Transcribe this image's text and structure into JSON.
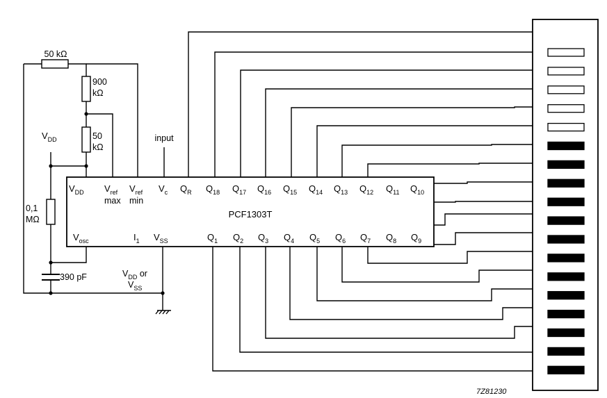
{
  "ic": {
    "name": "PCF1303T",
    "top_pins": [
      {
        "base": "V",
        "sub": "DD"
      },
      {
        "base": "V",
        "sub": "ref",
        "line2": "max"
      },
      {
        "base": "V",
        "sub": "ref",
        "line2": "min"
      },
      {
        "base": "V",
        "sub": "c"
      },
      {
        "base": "Q",
        "sub": "R"
      },
      {
        "base": "Q",
        "sub": "18"
      },
      {
        "base": "Q",
        "sub": "17"
      },
      {
        "base": "Q",
        "sub": "16"
      },
      {
        "base": "Q",
        "sub": "15"
      },
      {
        "base": "Q",
        "sub": "14"
      },
      {
        "base": "Q",
        "sub": "13"
      },
      {
        "base": "Q",
        "sub": "12"
      },
      {
        "base": "Q",
        "sub": "11"
      },
      {
        "base": "Q",
        "sub": "10"
      }
    ],
    "bottom_pins": [
      {
        "base": "V",
        "sub": "osc"
      },
      {
        "base": "I",
        "sub": "1"
      },
      {
        "base": "V",
        "sub": "SS"
      },
      {
        "base": "Q",
        "sub": "1"
      },
      {
        "base": "Q",
        "sub": "2"
      },
      {
        "base": "Q",
        "sub": "3"
      },
      {
        "base": "Q",
        "sub": "4"
      },
      {
        "base": "Q",
        "sub": "5"
      },
      {
        "base": "Q",
        "sub": "6"
      },
      {
        "base": "Q",
        "sub": "7"
      },
      {
        "base": "Q",
        "sub": "8"
      },
      {
        "base": "Q",
        "sub": "9"
      }
    ]
  },
  "components": {
    "r_top": "50 kΩ",
    "r_900_line1": "900",
    "r_900_line2": "kΩ",
    "r_50_line1": "50",
    "r_50_line2": "kΩ",
    "r_01_line1": "0,1",
    "r_01_line2": "MΩ",
    "cap": "390 pF"
  },
  "labels": {
    "vdd_base": "V",
    "vdd_sub": "DD",
    "input": "input",
    "i1_note_line1_base": "V",
    "i1_note_line1_sub": "DD",
    "i1_note_line1_suffix": " or",
    "i1_note_line2_base": "V",
    "i1_note_line2_sub": "SS",
    "drawing_code": "7Z81230"
  },
  "display": {
    "segments": [
      "off",
      "off",
      "off",
      "off",
      "off",
      "on",
      "on",
      "on",
      "on",
      "on",
      "on",
      "on",
      "on",
      "on",
      "on",
      "on",
      "on",
      "on"
    ]
  }
}
